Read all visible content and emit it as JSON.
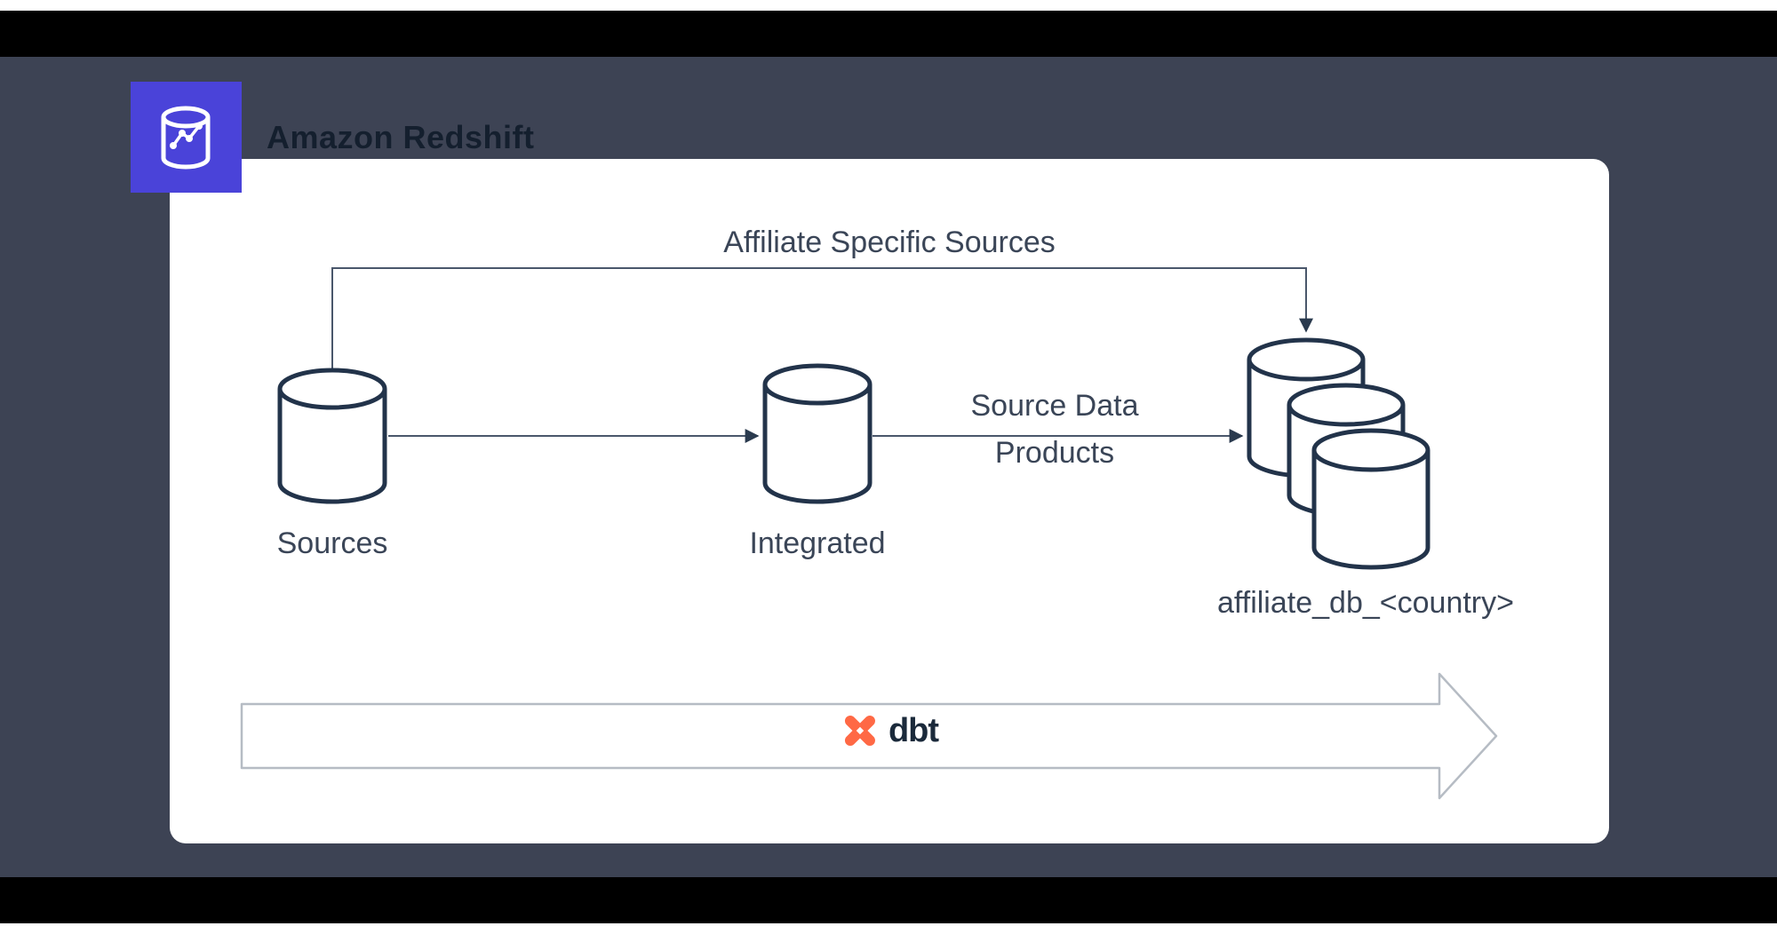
{
  "window": {
    "background_color": "#3d4354",
    "frame_bar_color": "#000000",
    "canvas_color": "#ffffff"
  },
  "header": {
    "title": "Amazon Redshift",
    "icon": "redshift-database-icon",
    "icon_color": "#4a43d9"
  },
  "diagram": {
    "top_edge_label": "Affiliate Specific Sources",
    "mid_edge_label": "Source Data Products",
    "nodes": {
      "sources": {
        "label": "Sources",
        "type": "database-cylinder"
      },
      "integrated": {
        "label": "Integrated",
        "type": "database-cylinder"
      },
      "affiliate_db": {
        "label": "affiliate_db_<country>",
        "type": "database-cylinder-stack"
      }
    },
    "banner": {
      "label": "dbt",
      "icon": "dbt-logo-icon",
      "icon_color": "#ff6945",
      "outline_color": "#b6bcc4"
    },
    "stroke_color": "#22334a",
    "connector_color": "#4a576b",
    "text_color": "#3a4557"
  }
}
